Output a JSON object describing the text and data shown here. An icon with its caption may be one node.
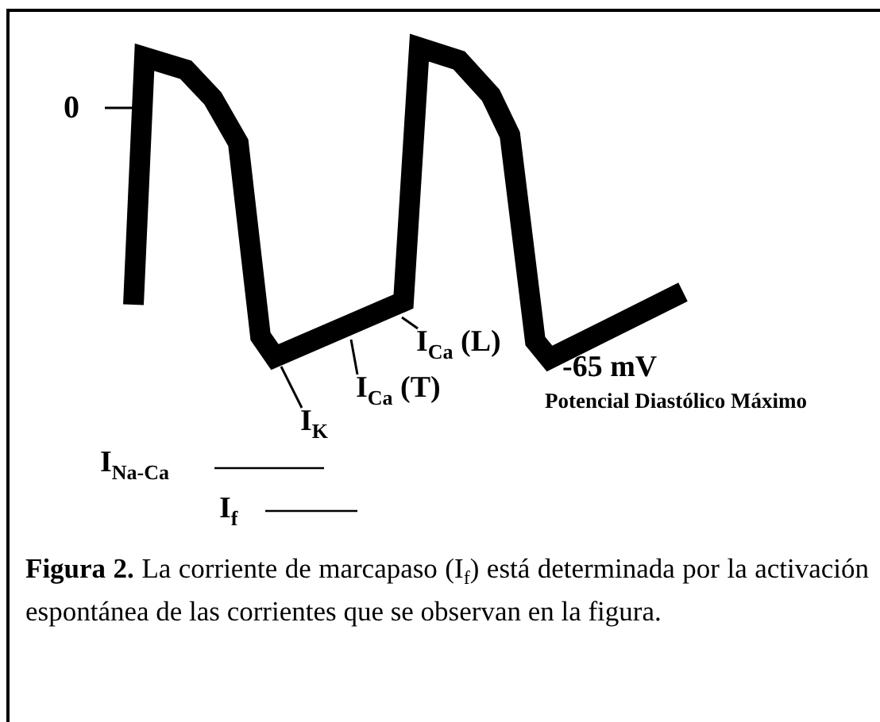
{
  "diagram": {
    "caption": "**Figura 2.** La corriente de marcapaso (I$_{f}$) está determinada por la activación espontánea de las corrientes que se observan en la figura.",
    "nodes": [
      {
        "text": [
          "I$_{K}$"
        ]
      },
      {
        "text": [
          "I$_{Ca}$ (T)"
        ]
      },
      {
        "text": [
          "I$_{Ca}$ (L)"
        ]
      }
    ],
    "edges": [
      {
        "from": 0,
        "to": null,
        "arrow": "none"
      },
      {
        "from": 1,
        "to": null,
        "arrow": "none"
      },
      {
        "from": 2,
        "to": null,
        "arrow": "none"
      }
    ],
    "labels": [
      "0",
      "-65 mV",
      "Potencial Diastólico Máximo"
    ],
    "legend": [
      {
        "text": "I$_{Na-Ca}$"
      },
      {
        "text": "I$_{f}$"
      }
    ]
  }
}
